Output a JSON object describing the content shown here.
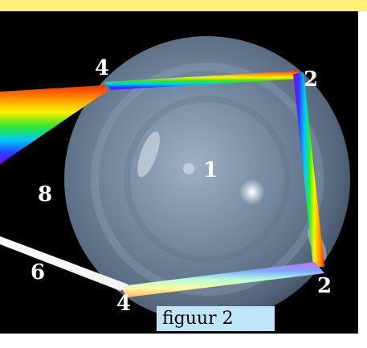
{
  "labels": {
    "center": "1",
    "top_right": "2",
    "bottom_right": "2",
    "top_left": "4",
    "bottom_left": "4",
    "left_middle": "8",
    "left_lower": "6"
  },
  "caption": "figuur 2",
  "colors": {
    "top_strip": "#FFF176",
    "caption_background": "#BEE6F8",
    "background": "#000000",
    "sphere": "#7A8FA6"
  }
}
